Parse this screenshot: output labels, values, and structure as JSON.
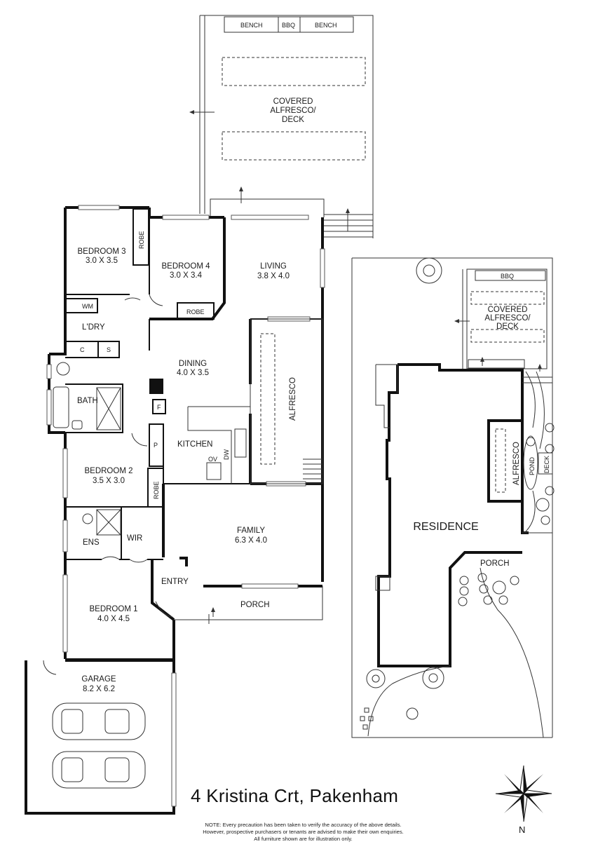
{
  "property": {
    "address": "4 Kristina Crt, Pakenham"
  },
  "note": {
    "line1": "NOTE: Every precaution has been taken to verify the accuracy of the above details.",
    "line2": "However, prospective purchasers or tenants are advised to make their own enquiries.",
    "line3": "All furniture shown are for illustration only."
  },
  "compass": {
    "label": "N",
    "icon": "compass-rose-icon"
  },
  "floor_plan": {
    "rooms": {
      "bedroom3": {
        "name": "BEDROOM 3",
        "size": "3.0 X 3.5"
      },
      "bedroom4": {
        "name": "BEDROOM 4",
        "size": "3.0 X 3.4"
      },
      "living": {
        "name": "LIVING",
        "size": "3.8 X 4.0"
      },
      "dining": {
        "name": "DINING",
        "size": "4.0 X 3.5"
      },
      "kitchen": {
        "name": "KITCHEN"
      },
      "bedroom2": {
        "name": "BEDROOM 2",
        "size": "3.5 X 3.0"
      },
      "family": {
        "name": "FAMILY",
        "size": "6.3 X 4.0"
      },
      "bedroom1": {
        "name": "BEDROOM 1",
        "size": "4.0 X 4.5"
      },
      "garage": {
        "name": "GARAGE",
        "size": "8.2 X 6.2"
      },
      "alfresco": {
        "name": "ALFRESCO"
      },
      "covered_alfresco": {
        "line1": "COVERED",
        "line2": "ALFRESCO/",
        "line3": "DECK"
      }
    },
    "small_labels": {
      "bench_left": "BENCH",
      "bbq": "BBQ",
      "bench_right": "BENCH",
      "robe1": "ROBE",
      "robe2": "ROBE",
      "robe3": "ROBE",
      "wm": "WM",
      "laundry": "L'DRY",
      "c": "C",
      "s": "S",
      "bath": "BATH",
      "f": "F",
      "p": "P",
      "ov": "OV",
      "dw": "DW",
      "ens": "ENS",
      "wir": "WIR",
      "entry": "ENTRY",
      "porch": "PORCH"
    }
  },
  "site_plan": {
    "residence": "RESIDENCE",
    "covered_alfresco": {
      "line1": "COVERED",
      "line2": "ALFRESCO/",
      "line3": "DECK"
    },
    "bbq": "BBQ",
    "alfresco": "ALFRESCO",
    "pond": "POND",
    "deck": "DECK",
    "porch": "PORCH"
  }
}
